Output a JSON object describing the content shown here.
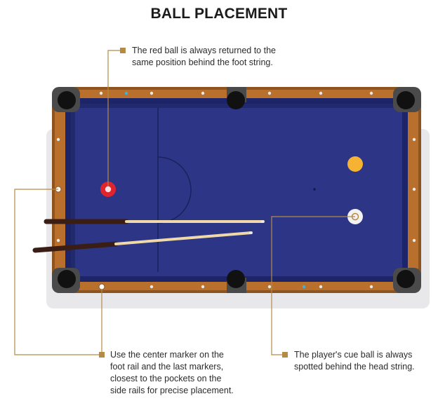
{
  "title": "BALL PLACEMENT",
  "callouts": {
    "red_ball": {
      "lines": [
        "The red ball is always returned to the",
        "same position behind the foot string."
      ]
    },
    "center_marker": {
      "lines": [
        "Use the center marker on the",
        "foot rail and the last markers,",
        "closest to the pockets on the",
        "side rails for precise placement."
      ]
    },
    "cue_ball": {
      "lines": [
        "The player's cue ball is always",
        "spotted behind the head string."
      ]
    }
  },
  "colors": {
    "felt": "#2c3586",
    "felt_shadow": "#222a6e",
    "rail_wood": "#b8702c",
    "rail_wood_dark": "#8d5420",
    "pocket": "#111111",
    "corner": "#4a4a4a",
    "red_ball": "#e0242e",
    "yellow_ball": "#f6b233",
    "cue_ball": "#f2f2f2",
    "leader_line": "#b58a46",
    "table_shadow": "#e8e8ea"
  }
}
